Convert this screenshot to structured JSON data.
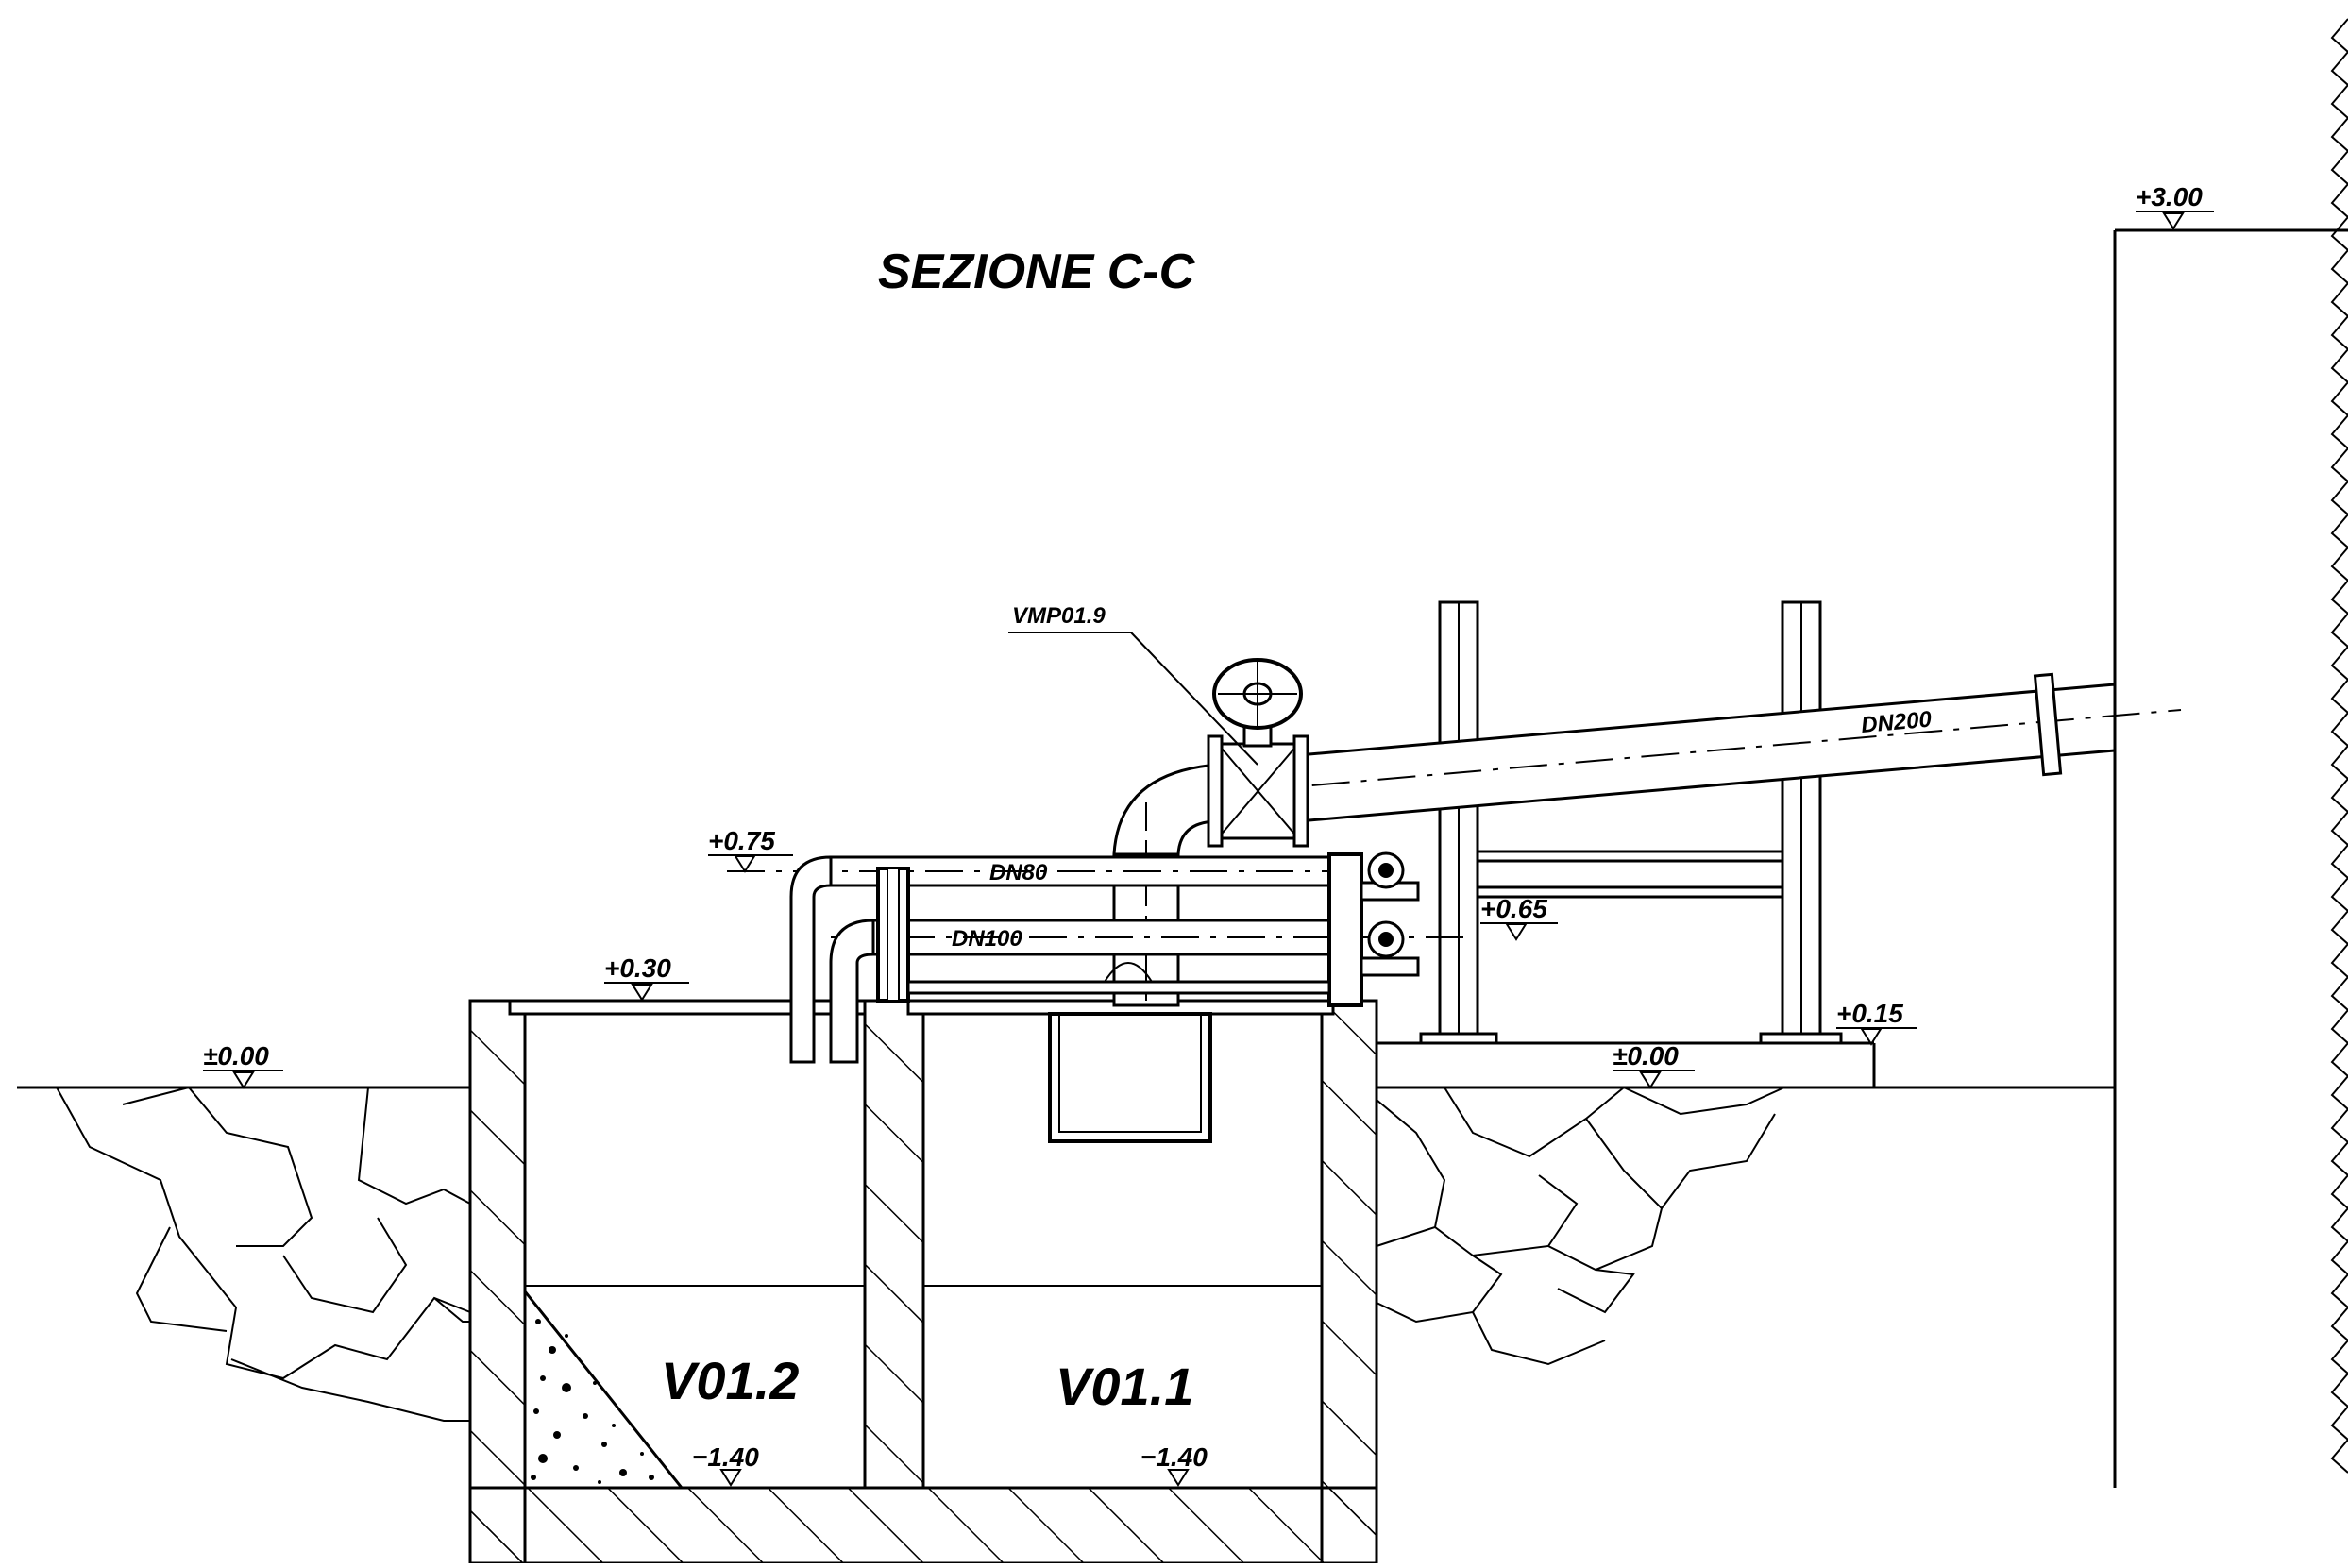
{
  "drawing": {
    "title": "SEZIONE C-C",
    "tanks": [
      {
        "label": "V01.2",
        "bottom_elevation": "−1.40"
      },
      {
        "label": "V01.1",
        "bottom_elevation": "−1.40"
      }
    ],
    "elevations": {
      "ground_left": "±0.00",
      "ground_right": "±0.00",
      "tank_top": "+0.30",
      "pipe_dn80": "+0.75",
      "pipe_dn100": "+0.65",
      "slab": "+0.15",
      "wall_top": "+3.00"
    },
    "pipes": {
      "dn80": "DN80",
      "dn100": "DN100",
      "dn200": "DN200"
    },
    "valve": {
      "tag": "VMP01.9"
    }
  }
}
